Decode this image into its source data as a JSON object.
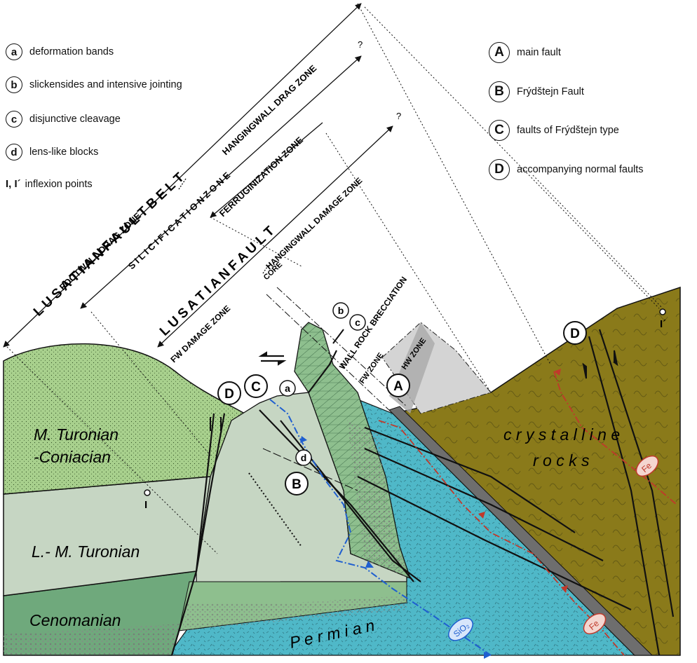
{
  "legend_left": [
    {
      "symbol": "a",
      "label": "deformation bands"
    },
    {
      "symbol": "b",
      "label": "slickensides and intensive jointing"
    },
    {
      "symbol": "c",
      "label": "disjunctive cleavage"
    },
    {
      "symbol": "d",
      "label": "lens-like blocks"
    },
    {
      "symbol": "I, I´",
      "label": "inflexion points"
    }
  ],
  "legend_right": [
    {
      "symbol": "A",
      "label": "main fault"
    },
    {
      "symbol": "B",
      "label": "Frýdštejn Fault"
    },
    {
      "symbol": "C",
      "label": "faults of Frýdštejn type"
    },
    {
      "symbol": "D",
      "label": "accompanying normal faults"
    }
  ],
  "zones": {
    "belt": "L U S A T I A N   F A U L T   B E L T",
    "footwall_drag": "FOOTWALL DRAG ZONE",
    "hangingwall_drag": "HANGINGWALL DRAG ZONE",
    "silicification": "S I L I C I F I C A T I O N   Z O N E",
    "ferruginization": "FERRUGINIZATION ZONE",
    "fault": "L U S A T I A N   F A U L T",
    "fw_damage": "FW DAMAGE ZONE",
    "hw_damage": "HANGINGWALL DAMAGE ZONE",
    "core": "CORE",
    "wall_rock": "WALL ROCK BRECCIATION",
    "fw_zone": "FW ZONE",
    "hw_zone": "HW ZONE",
    "question": "?"
  },
  "units": {
    "m_turonian_1": "M. Turonian",
    "m_turonian_2": "-Coniacian",
    "lm_turonian": "L.- M. Turonian",
    "cenomanian": "Cenomanian",
    "permian": "P e r m i a n",
    "crystalline_1": "c r y s t a l l i n e",
    "crystalline_2": "r o c k s"
  },
  "labels": {
    "A": "A",
    "B": "B",
    "C": "C",
    "D": "D",
    "a": "a",
    "b": "b",
    "c": "c",
    "d": "d",
    "I": "I",
    "I2": "I´",
    "fe": "Fe",
    "sio2": "SiO₂"
  },
  "colors": {
    "upper_green": "#a8d08d",
    "light_gray_green": "#c6d6c3",
    "mid_green": "#8ebf8e",
    "dark_green": "#6fa97c",
    "permian_blue": "#4fb8c8",
    "crystalline": "#8a7a1a",
    "fe_red": "#c0392b",
    "sio2_blue": "#1f5fd0"
  }
}
